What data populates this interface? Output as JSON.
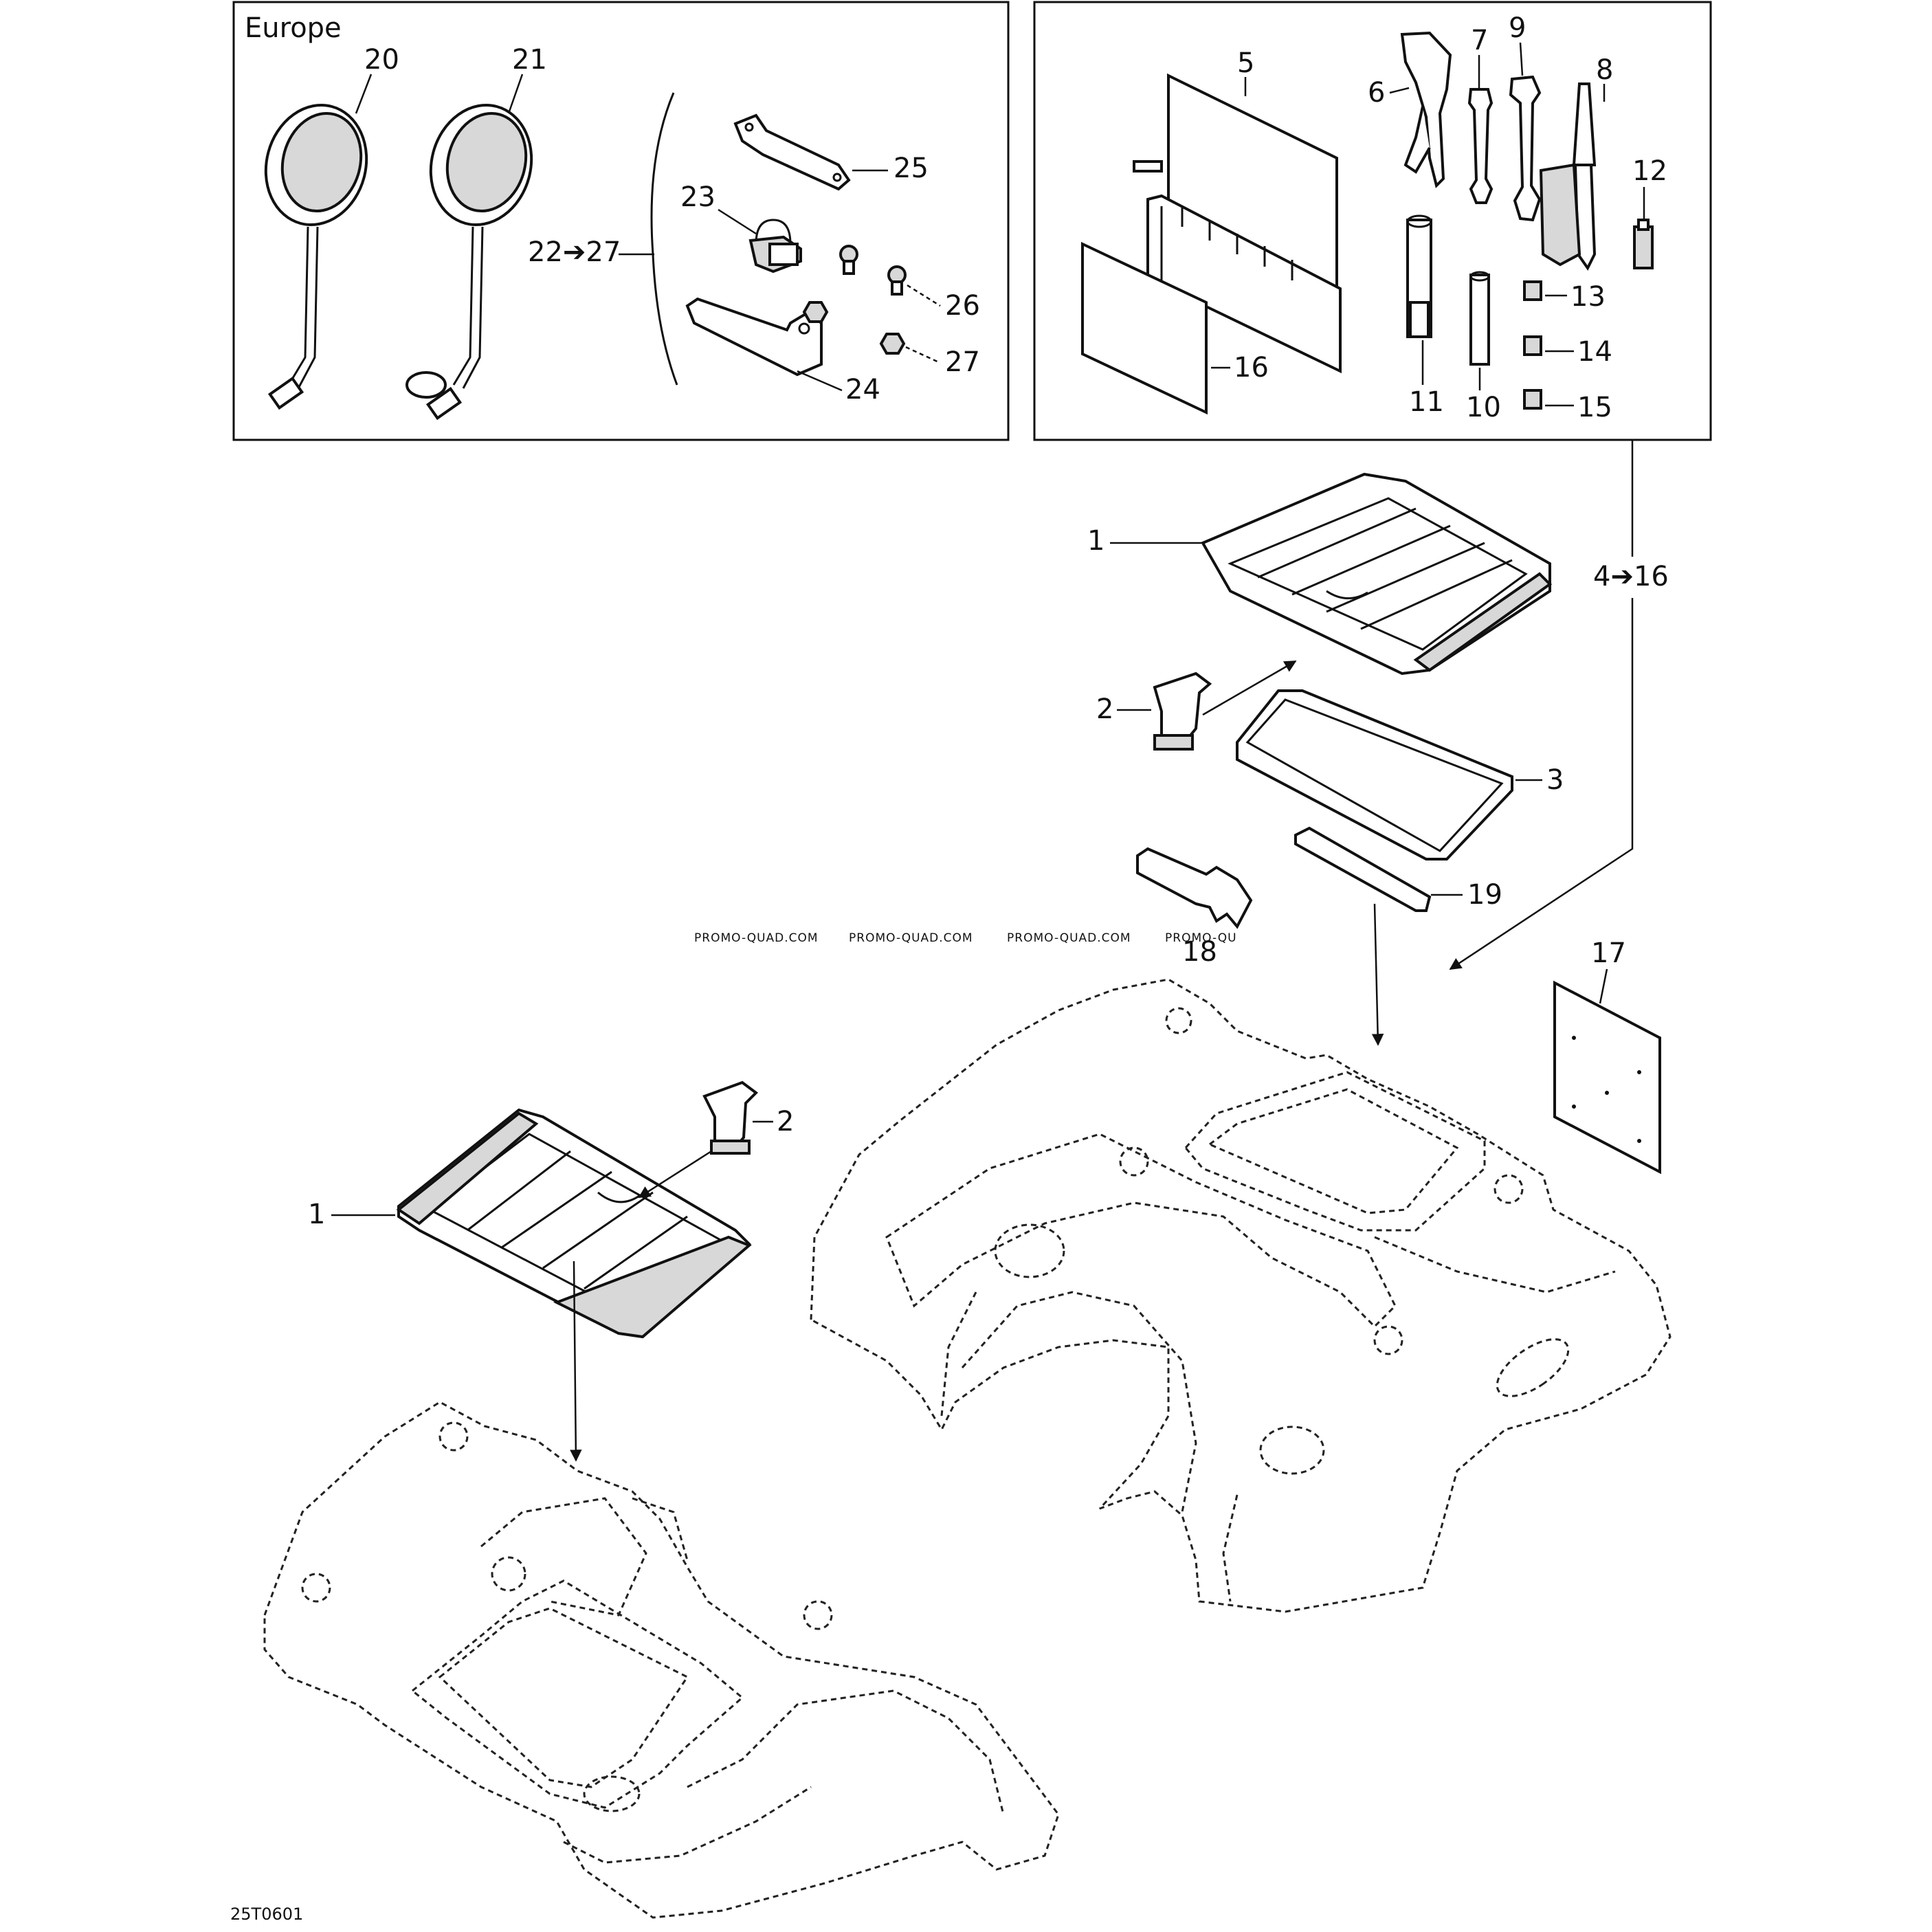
{
  "europe_box": {
    "title": "Europe",
    "labels": {
      "p20": "20",
      "p21": "21",
      "p22_27": "22➔27",
      "p23": "23",
      "p24": "24",
      "p25": "25",
      "p26": "26",
      "p27": "27"
    }
  },
  "toolkit_box": {
    "labels": {
      "p5": "5",
      "p6": "6",
      "p7": "7",
      "p8": "8",
      "p9": "9",
      "p10": "10",
      "p11": "11",
      "p12": "12",
      "p13": "13",
      "p14": "14",
      "p15": "15",
      "p16": "16"
    }
  },
  "main_labels": {
    "p1_top": "1",
    "p2_top": "2",
    "p3": "3",
    "p4_16": "4➔16",
    "p17": "17",
    "p18": "18",
    "p19": "19",
    "p1_left": "1",
    "p2_left": "2"
  },
  "watermarks": [
    "PROMO-QUAD.COM",
    "PROMO-QUAD.COM",
    "PROMO-QUAD.COM",
    "PROMO-QU"
  ],
  "figure_code": "25T0601"
}
